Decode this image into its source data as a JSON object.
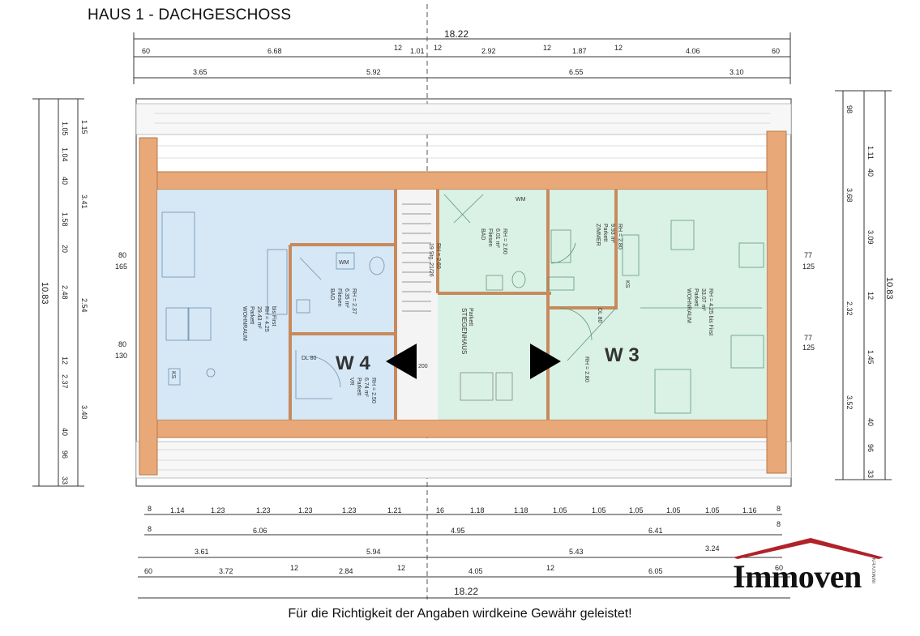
{
  "title": "HAUS 1 - DACHGESCHOSS",
  "disclaimer": "Für die Richtigkeit der Angaben wirdkeine Gewähr geleistet!",
  "logo": {
    "text": "Immoven",
    "tag": "IMMOVENT"
  },
  "colors": {
    "roof_frame": "#e8a878",
    "unit_w4": "#cfe4f5",
    "unit_w3": "#d4efe2",
    "arrow": "#000000"
  },
  "units": [
    {
      "label": "W 4"
    },
    {
      "label": "W 3"
    }
  ],
  "rooms": {
    "w4_living": [
      "WOHNRAUM",
      "Parkett",
      "29.43 m²",
      "RH = 4.25",
      "bis First"
    ],
    "w4_bath": [
      "BAD",
      "Fliesen",
      "6.35 m²",
      "RH = 2.37"
    ],
    "w4_hall": [
      "VR",
      "Parkett",
      "6.74 m²",
      "RH = 2.50"
    ],
    "w3_bath": [
      "BAD",
      "Fliesen",
      "6.01 m²",
      "RH = 2.60"
    ],
    "w3_room": [
      "ZIMMER",
      "Parkett",
      "9.93 m²",
      "RH = 2.80"
    ],
    "w3_living": [
      "WOHNRAUM",
      "Parkett",
      "33.07 m²",
      "RH = 4.25 bis First"
    ],
    "stair": [
      "STIEGENHAUS",
      "Parkett"
    ],
    "stair_small": [
      "19 Stg. 21/26",
      "RH = 2.60"
    ],
    "w3_rh": "RH = 2.80",
    "wm": "WM",
    "ks": "KS",
    "dl": "DL 80",
    "dl200": "200",
    "dl_w3": "DL 80"
  },
  "dimensions": {
    "total": "18.22",
    "top_row1": [
      "60",
      "6.68",
      "12",
      "1.01",
      "12",
      "2.92",
      "12",
      "1.87",
      "12",
      "4.06",
      "60"
    ],
    "top_row2": [
      "3.65",
      "5.92",
      "6.55",
      "3.10"
    ],
    "bottom_row1": [
      "8",
      "1.14",
      "1.23",
      "1.23",
      "1.23",
      "1.23",
      "1.21",
      "16",
      "1.18",
      "1.18",
      "1.05",
      "1.05",
      "1.05",
      "1.05",
      "1.05",
      "1.16",
      "8"
    ],
    "bottom_row2": [
      "8",
      "6.06",
      "4.95",
      "6.41",
      "8"
    ],
    "bottom_row3": [
      "3.61",
      "5.94",
      "5.43",
      "3.24"
    ],
    "bottom_row4": [
      "60",
      "3.72",
      "12",
      "2.84",
      "12",
      "4.05",
      "12",
      "6.05",
      "60"
    ],
    "left_col1": [
      "1.15",
      "1.05",
      "1.04",
      "40",
      "3.41",
      "1.58",
      "20",
      "2.48",
      "2.54",
      "12",
      "2.37",
      "3.40",
      "40",
      "96",
      "33"
    ],
    "left_total": "10.83",
    "right_col": [
      "98",
      "1.11",
      "40",
      "3.68",
      "3.09",
      "12",
      "2.32",
      "1.45",
      "3.52",
      "40",
      "96",
      "33"
    ],
    "right_total": "10.83",
    "windows_left": [
      "80",
      "165",
      "80",
      "130"
    ],
    "windows_right": [
      "77",
      "125",
      "77",
      "125"
    ]
  }
}
